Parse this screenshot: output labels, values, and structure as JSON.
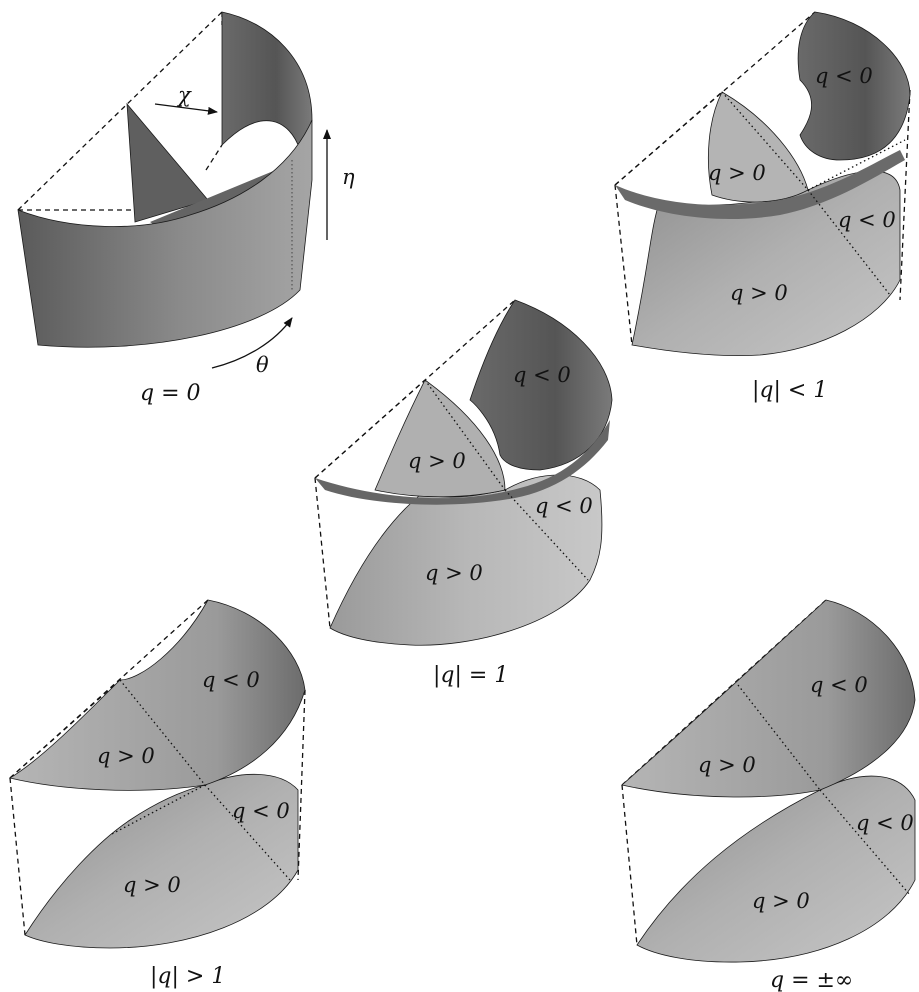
{
  "panels": {
    "q_zero": {
      "caption": "q = 0",
      "chi_label": "χ",
      "eta_label": "η",
      "theta_label": "θ"
    },
    "q_less_1": {
      "caption": "|q| < 1",
      "region_neg_upper": "q < 0",
      "region_pos_upper": "q > 0",
      "region_neg_lower": "q < 0",
      "region_pos_lower": "q > 0"
    },
    "q_eq_1": {
      "caption": "|q| = 1",
      "region_neg_upper": "q < 0",
      "region_pos_upper": "q > 0",
      "region_neg_lower": "q < 0",
      "region_pos_lower": "q > 0"
    },
    "q_greater_1": {
      "caption": "|q| > 1",
      "region_neg_upper": "q < 0",
      "region_pos_upper": "q > 0",
      "region_neg_lower": "q < 0",
      "region_pos_lower": "q > 0"
    },
    "q_inf": {
      "caption": "q = ±∞",
      "region_neg_upper": "q < 0",
      "region_pos_upper": "q > 0",
      "region_neg_lower": "q < 0",
      "region_pos_lower": "q > 0"
    }
  },
  "colors": {
    "surface_dark": "#5c5c5c",
    "surface_mid": "#8c8c8c",
    "surface_light": "#b8b8b8"
  }
}
